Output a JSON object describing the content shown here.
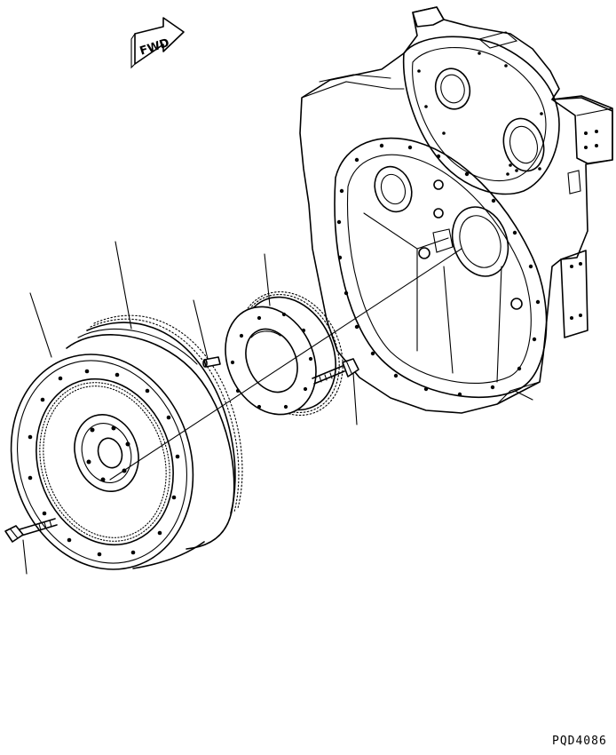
{
  "direction_label": "FWD",
  "drawing_number": "PQD4086",
  "colors": {
    "line": "#000000",
    "background": "#ffffff"
  },
  "parts": [
    "flywheel-housing",
    "flywheel",
    "ring-gear",
    "adapter-ring",
    "dowel-pin",
    "mounting-bolt",
    "flywheel-bolt"
  ]
}
